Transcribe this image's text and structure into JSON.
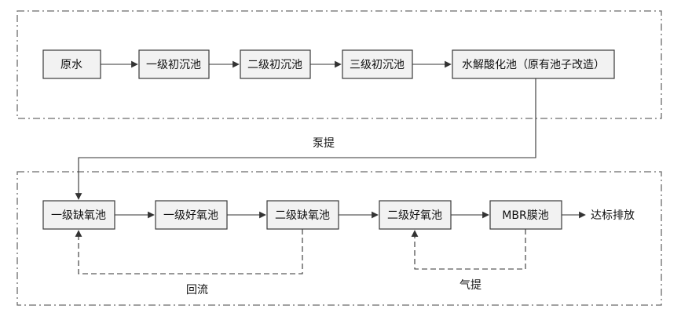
{
  "pretreatment": {
    "raw_water": "原水",
    "primary_settling_1": "一级初沉池",
    "primary_settling_2": "二级初沉池",
    "primary_settling_3": "三级初沉池",
    "hydrolysis_acidification": "水解酸化池（原有池子改造）"
  },
  "biological": {
    "anoxic_1": "一级缺氧池",
    "aerobic_1": "一级好氧池",
    "anoxic_2": "二级缺氧池",
    "aerobic_2": "二级好氧池",
    "mbr": "MBR膜池"
  },
  "labels": {
    "pump": "泵提",
    "reflux": "回流",
    "air_lift": "气提",
    "discharge": "达标排放"
  }
}
